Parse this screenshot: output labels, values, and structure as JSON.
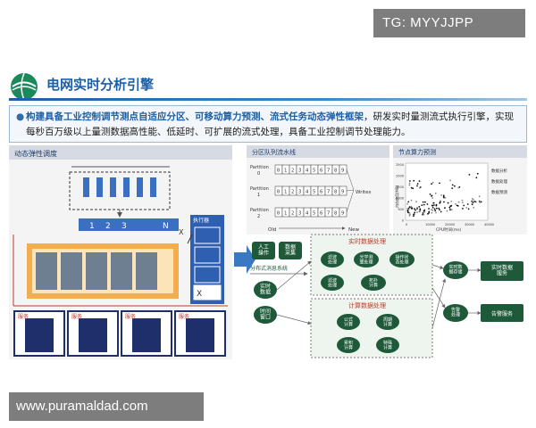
{
  "watermarks": {
    "top": "TG: MYYJJPP",
    "bottom": "www.puramaldad.com"
  },
  "slide": {
    "title": "电网实时分析引擎",
    "summary_highlight": "构建具备工业控制调节测点自适应分区、可移动算力预测、流式任务动态弹性框架",
    "summary_rest_line1": "，研发实时量测流式执行引擎，实现每秒百",
    "summary_rest_line2": "万级以上量测数据高性能、低延时、可扩展的流式处理，具备工业控制调节处理能力。"
  },
  "panels": {
    "left_title": "动态弹性调度",
    "middle_title": "分区队列流水线",
    "right_title": "节点算力预测"
  },
  "left_panel": {
    "queue_cells": [
      "1",
      "2",
      "3",
      "N"
    ],
    "executor_label": "执行器",
    "x_mark": "X",
    "server_labels": [
      "服务",
      "服务",
      "服务",
      "服务"
    ]
  },
  "partitions": {
    "rows": [
      {
        "label_line1": "Partition",
        "label_line2": "0",
        "cells": [
          "0",
          "1",
          "2",
          "3",
          "4",
          "5",
          "6",
          "7",
          "8",
          "9"
        ]
      },
      {
        "label_line1": "Partition",
        "label_line2": "1",
        "cells": [
          "0",
          "1",
          "2",
          "3",
          "4",
          "5",
          "6",
          "7",
          "8",
          "9"
        ]
      },
      {
        "label_line1": "Partition",
        "label_line2": "2",
        "cells": [
          "0",
          "1",
          "2",
          "3",
          "4",
          "5",
          "6",
          "7",
          "8",
          "9"
        ]
      }
    ],
    "writes_label": "Writes",
    "old_label": "Old",
    "new_label": "New"
  },
  "scatter": {
    "ylabel": "内存使用(MB)",
    "xlabel": "CPU时间(ms)",
    "yticks": [
      "2500",
      "2000",
      "1500",
      "1000",
      "500",
      "0"
    ],
    "xticks": [
      "0",
      "10000",
      "20000",
      "30000",
      "40000"
    ],
    "legend": [
      "数据分析",
      "数据处理",
      "数据预测"
    ]
  },
  "flow": {
    "input_manual": "人工\n操作",
    "input_data": "数据\n采集",
    "message_system": "分布式消息系统",
    "realtime_data": "实时\n数据",
    "time_window": "时间\n窗口",
    "realtime_processing_title": "实时数据处理",
    "node_filter": "滤波\n处理",
    "node_optical": "光学测\n量处理",
    "node_event": "操作状\n态处理",
    "node_fault": "滤波\n处理",
    "node_calc": "拓扑\n计算",
    "compute_title": "计算数据处理",
    "node_formula": "公式\n计算",
    "node_stat": "周期\n计算",
    "node_sum": "累积\n计算",
    "node_special": "特殊\n计算",
    "node_realtime_store": "实时数\n据存储",
    "node_alarm": "告警\n处理",
    "service_realtime": "实时数据\n服务",
    "service_alarm": "告警服务"
  },
  "colors": {
    "title_blue": "#1d5fa6",
    "node_green": "#1e5a3a",
    "orange_frame": "#f0a030",
    "queue_blue": "#3a6fc1",
    "server_navy": "#1e2f6b",
    "arrow_blue": "#3b78c4"
  },
  "icons": {
    "logo": "state-grid-globe-icon",
    "bullet": "bullet-dot-icon",
    "server": "server-icon"
  }
}
